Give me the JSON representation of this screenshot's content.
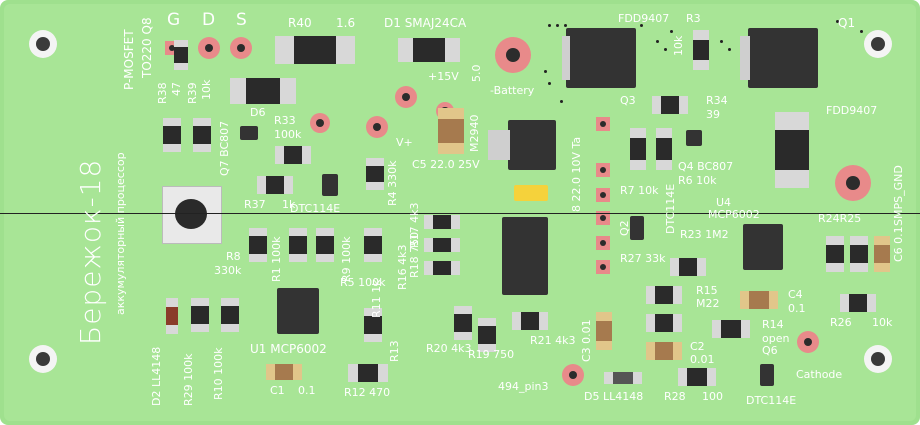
{
  "board": {
    "title": "Бережок-18",
    "subtitle": "аккумуляторный процессор",
    "colors": {
      "pcb": "#a8e596",
      "silkscreen": "#ffffff",
      "pad": "#e88a8a"
    }
  },
  "gds": {
    "g": "G",
    "d": "D",
    "s": "S"
  },
  "mosfet": {
    "line1": "P-MOSFET",
    "line2": "TO220 Q8"
  },
  "refs": {
    "r40": "R40",
    "r40v": "1.6",
    "d1": "D1 SMAJ24CA",
    "fdd_top": "FDD9407",
    "r3": "R3",
    "r3v": "10k",
    "q1": "Q1",
    "fdd_right": "FDD9407",
    "q3": "Q3",
    "r34": "R34",
    "r34v": "39",
    "r38": "R38",
    "r38v": "47",
    "r39": "R39",
    "r39v": "10k",
    "d6": "D6",
    "r33": "R33",
    "r33v": "100k",
    "q7": "Q7 BC807",
    "plus15": "+15V",
    "v50": "5.0",
    "battery": "-Battery",
    "m2940": "M2940",
    "vplus": "V+",
    "r4": "R4 330k",
    "c5": "C5 22.0 25V",
    "c8": "8 22.0 10V Ta",
    "q4": "Q4 BC807",
    "r6": "R6 10k",
    "r7": "R7 10k",
    "r37": "R37",
    "r37v": "1k",
    "dtc1": "DTC114E",
    "r17": "R17 4k3",
    "r18": "R18 750",
    "r16": "R16 4k3",
    "q2": "Q2",
    "dtc2": "DTC114E",
    "r23": "R23 1M2",
    "r27": "R27 33k",
    "u4": "U4",
    "mcp_right": "MCP6002",
    "r24r25": "R24R25",
    "c6": "C6 0.1",
    "smps": "SMPS_GND",
    "r8": "R8",
    "r8v": "330k",
    "r1": "R1 100k",
    "r9": "R9 100k",
    "r5": "R5 100k",
    "r15": "R15",
    "r15v": "M22",
    "c4": "C4",
    "c4v": "0.1",
    "r14": "R14",
    "r14v": "open",
    "r26": "R26",
    "r26v": "10k",
    "d2": "D2 LL4148",
    "r29": "R29 100k",
    "r10": "R10 100k",
    "u1": "U1 MCP6002",
    "r11": "R11 1k",
    "r13": "R13",
    "r20": "R20 4k3",
    "r19": "R19 750",
    "r21": "R21 4k3",
    "c3": "C3 0.01",
    "c2": "C2",
    "c2v": "0.01",
    "q6": "Q6",
    "cathode": "Cathode",
    "c1": "C1",
    "c1v": "0.1",
    "r12": "R12 470",
    "pin3": "494_pin3",
    "d5": "D5 LL4148",
    "r28": "R28",
    "r28v": "100",
    "dtc3": "DTC114E"
  }
}
